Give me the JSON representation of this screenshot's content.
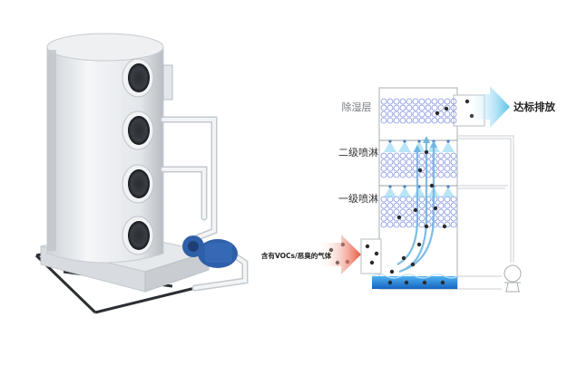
{
  "diagram": {
    "labels": {
      "dehumidify": "除湿层",
      "spray2": "二级喷淋",
      "spray1": "一级喷淋",
      "outlet": "达标排放",
      "inlet": "含有VOCs/恶臭的气体"
    },
    "colors": {
      "tower_body": "#e9ecef",
      "tower_shade": "#b9bec4",
      "pump": "#2f5fa8",
      "outlet_arrow": "#59c3ea",
      "inlet_arrow": "#e8553a",
      "packing": "#5a6fd6",
      "water": "#1f8fe0",
      "spray": "#7fd0f0",
      "frame": "#a8adb3"
    }
  }
}
